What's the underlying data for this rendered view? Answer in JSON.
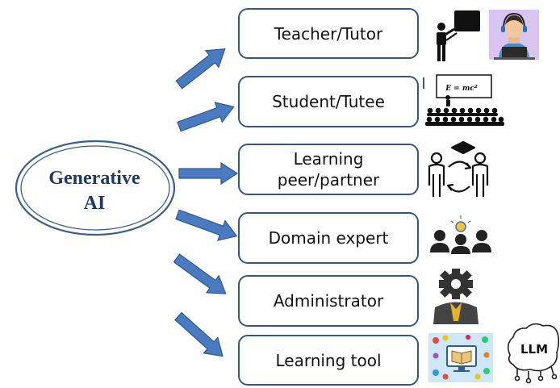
{
  "center": {
    "line1": "Generative",
    "line2": "AI"
  },
  "roles": [
    {
      "label": "Teacher/Tutor"
    },
    {
      "label": "Student/Tutee"
    },
    {
      "label": "Learning peer/partner"
    },
    {
      "label": "Domain expert"
    },
    {
      "label": "Administrator"
    },
    {
      "label": "Learning tool"
    }
  ],
  "icon_text": {
    "formula": "E = mc²",
    "llm": "LLM"
  },
  "icons": [
    "teacher-pointing-board-icon",
    "tutor-headset-laptop-icon",
    "lecture-audience-icon",
    "peer-exchange-icon",
    "domain-expert-icon",
    "administrator-gear-head-icon",
    "learning-apps-icon",
    "llm-brain-icon"
  ],
  "colors": {
    "arrow": "#4a7bc0",
    "arrow_stroke": "#30588f",
    "ellipse_stroke": "#3b5f8c",
    "center_text": "#1f3864",
    "box_border": "#34567f"
  }
}
